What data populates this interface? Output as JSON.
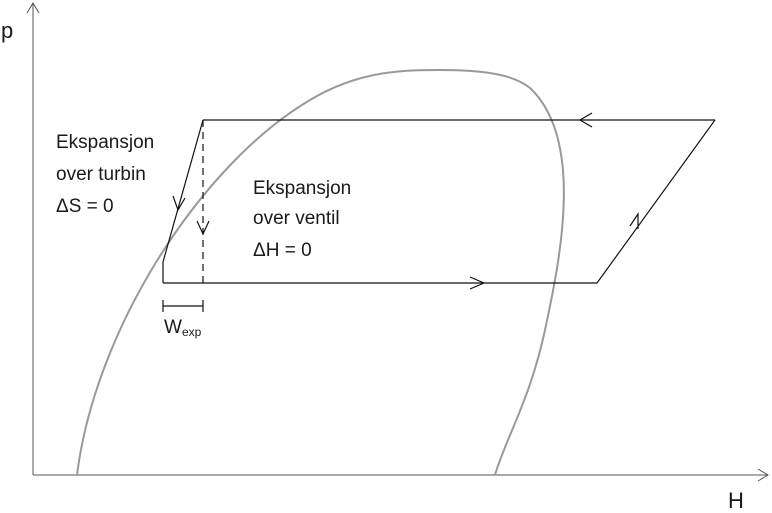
{
  "axes": {
    "y_label": "p",
    "x_label": "H"
  },
  "annotations": {
    "turbine": {
      "line1": "Ekspansjon",
      "line2": "over turbin",
      "line3": "ΔS = 0"
    },
    "valve": {
      "line1": "Ekspansjon",
      "line2": "over ventil",
      "line3": "ΔH = 0"
    },
    "work": {
      "main": "W",
      "subscript": "exp"
    }
  },
  "colors": {
    "axis": "#555555",
    "cycle": "#111111",
    "dome": "#999999",
    "text": "#1a1a1a"
  }
}
